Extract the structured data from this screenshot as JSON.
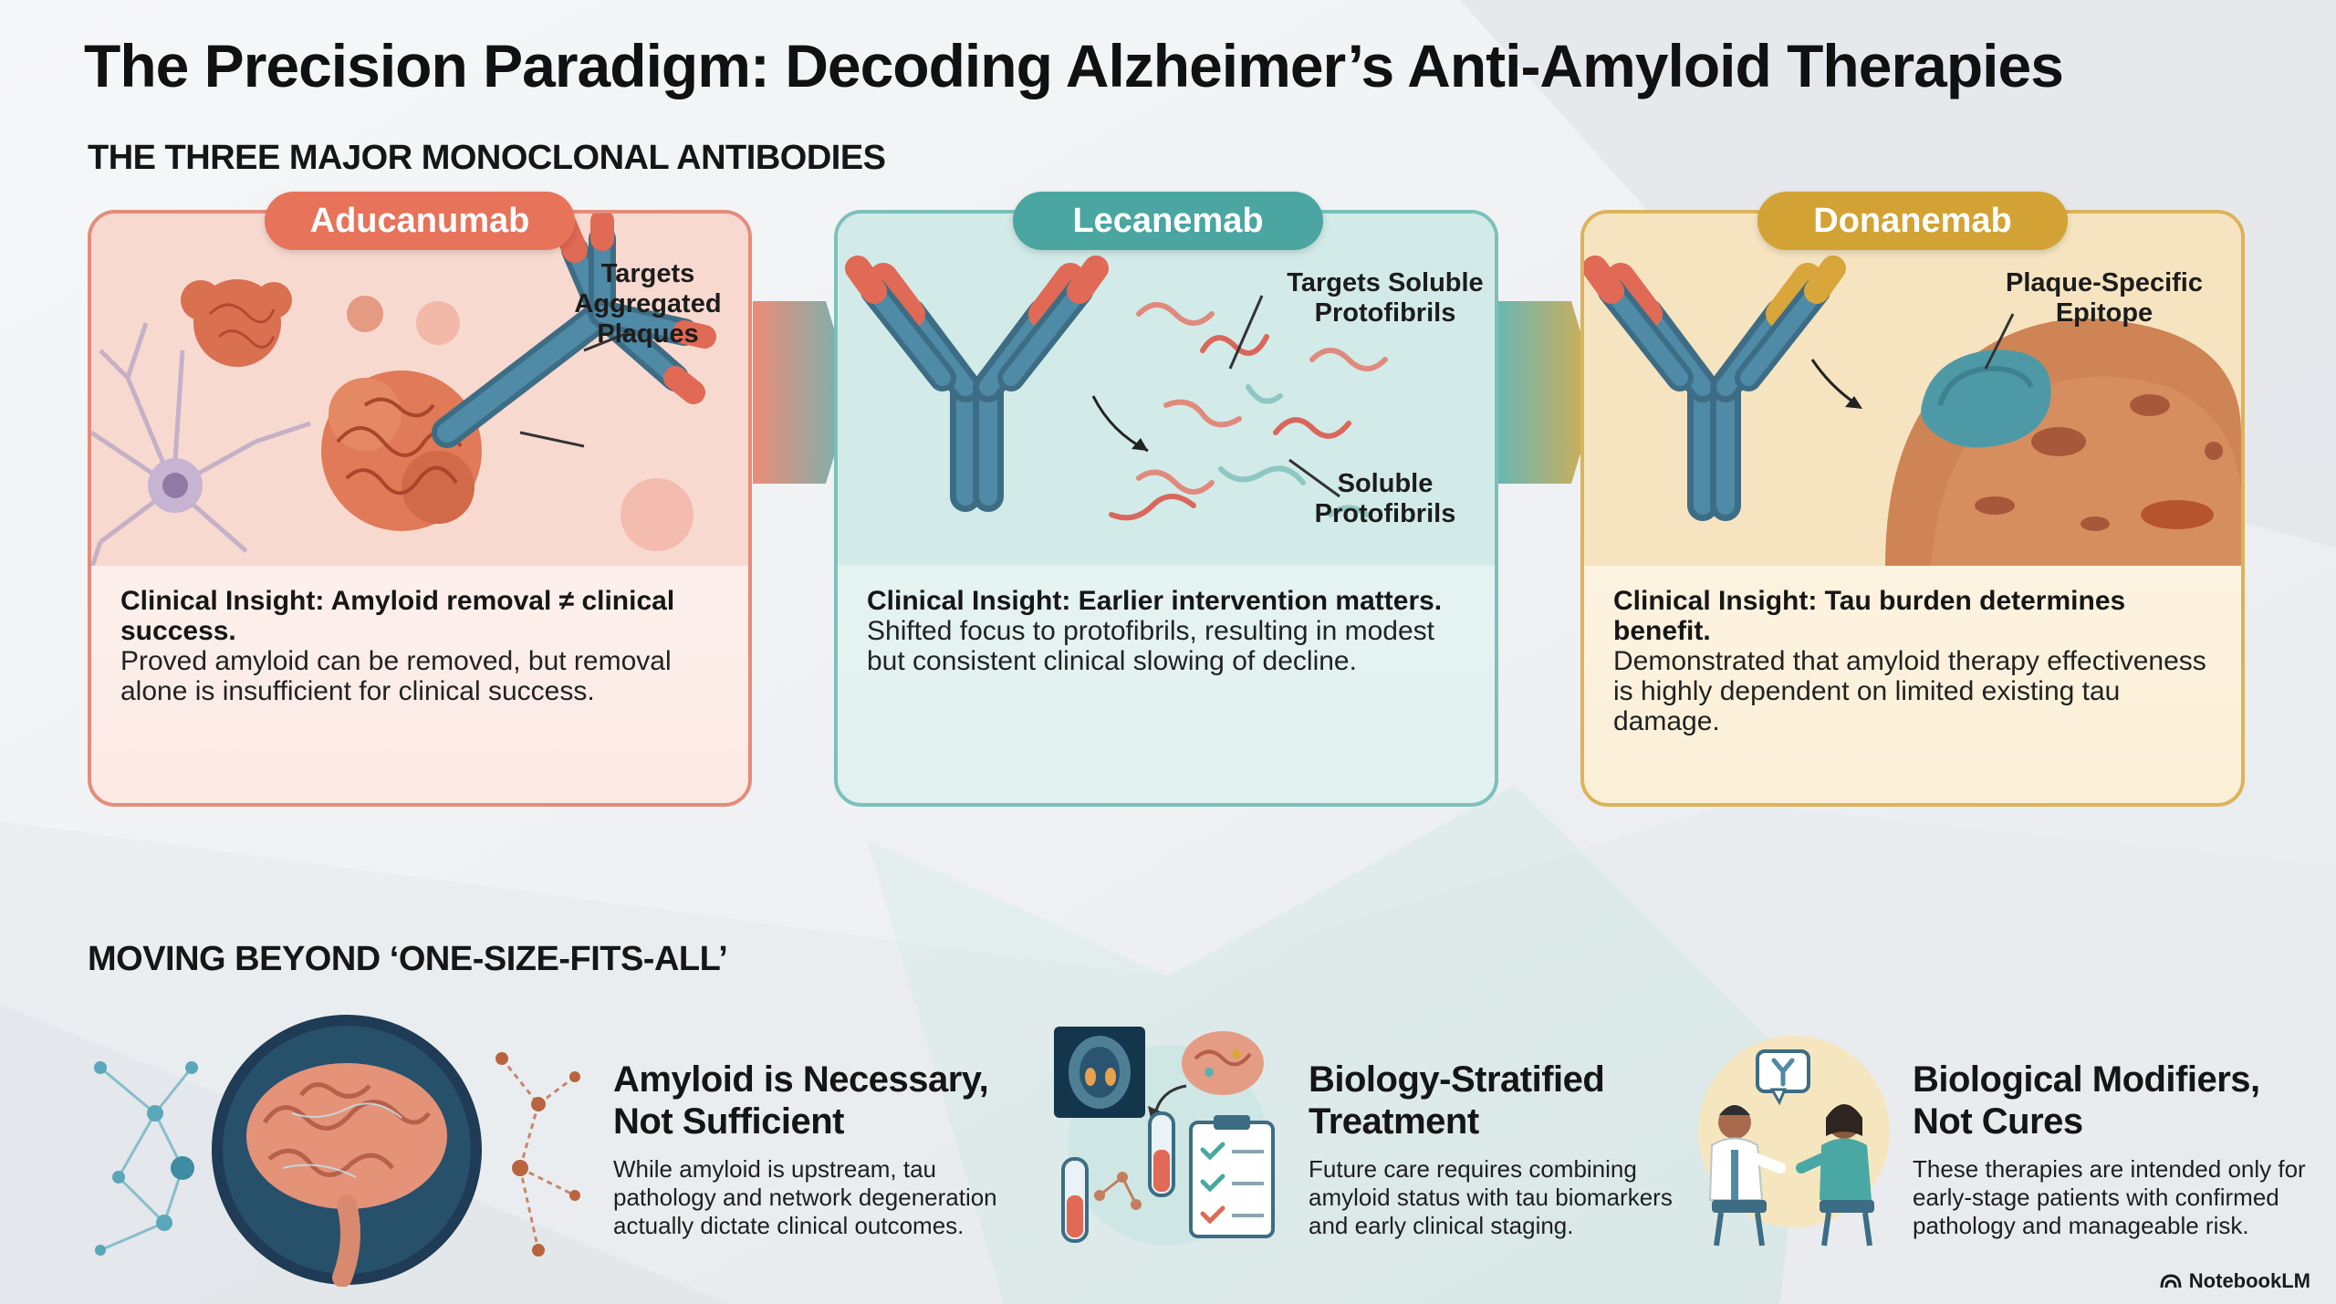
{
  "header": {
    "title": "The Precision Paradigm: Decoding Alzheimer’s Anti-Amyloid Therapies",
    "section_antibodies": "THE THREE MAJOR MONOCLONAL ANTIBODIES",
    "section_beyond": "MOVING BEYOND ‘ONE-SIZE-FITS-ALL’"
  },
  "cards": [
    {
      "name": "Aducanumab",
      "accent": "#e8715d",
      "art_labels": [
        "Targets",
        "Aggregated",
        "Plaques"
      ],
      "insight_headline": "Clinical Insight: Amyloid removal ≠ clinical success.",
      "insight_body": "Proved amyloid can be removed, but removal alone is insufficient for clinical success."
    },
    {
      "name": "Lecanemab",
      "accent": "#4aa8a4",
      "art_labels": [
        "Targets Soluble",
        "Protofibrils",
        "Soluble",
        "Protofibrils"
      ],
      "insight_headline": "Clinical Insight: Earlier intervention matters.",
      "insight_body": "Shifted focus to protofibrils, resulting in modest but consistent clinical slowing of decline."
    },
    {
      "name": "Donanemab",
      "accent": "#d2a234",
      "art_labels": [
        "Plaque-Specific",
        "Epitope"
      ],
      "insight_headline": "Clinical Insight: Tau burden determines benefit.",
      "insight_body": "Demonstrated that amyloid therapy effectiveness is highly dependent on limited existing tau damage."
    }
  ],
  "features": [
    {
      "title_line1": "Amyloid is Necessary,",
      "title_line2": "Not Sufficient",
      "body": "While amyloid is upstream, tau pathology and network degeneration actually dictate clinical outcomes."
    },
    {
      "title_line1": "Biology-Stratified",
      "title_line2": "Treatment",
      "body": "Future care requires combining amyloid status with tau biomarkers and early clinical staging."
    },
    {
      "title_line1": "Biological Modifiers,",
      "title_line2": "Not Cures",
      "body": "These therapies are intended only for early-stage patients with confirmed pathology and manageable risk."
    }
  ],
  "brand": "NotebookLM"
}
